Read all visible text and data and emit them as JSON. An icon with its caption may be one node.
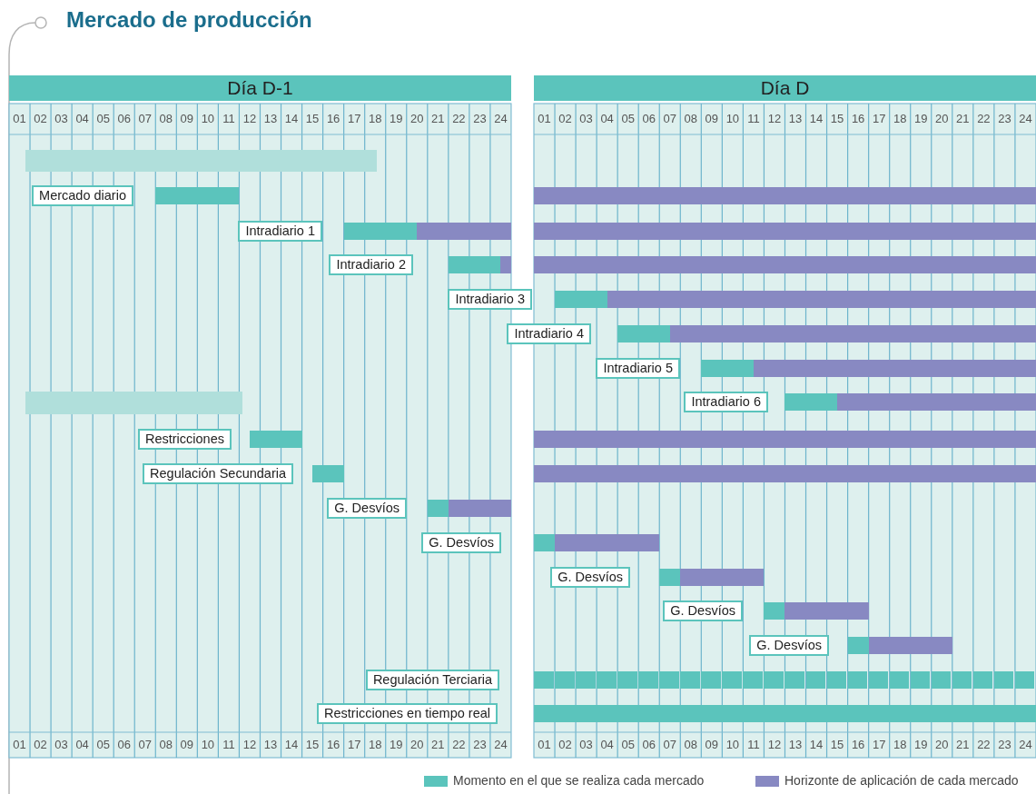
{
  "diagram": {
    "title": "Mercado de producción",
    "nodes": [
      {
        "text": [
          "Día D-1"
        ]
      },
      {
        "text": [
          "Día D"
        ]
      },
      {
        "text": [],
        "shape": "box"
      },
      {
        "text": [
          "Mercado diario"
        ]
      },
      {
        "text": [],
        "shape": "bar"
      },
      {
        "text": [],
        "shape": "bar"
      },
      {
        "text": [
          "Intradiario 1"
        ]
      },
      {
        "text": [],
        "shape": "bar"
      },
      {
        "text": [],
        "shape": "bar"
      },
      {
        "text": [],
        "shape": "bar"
      },
      {
        "text": [
          "Intradiario 2"
        ]
      },
      {
        "text": [],
        "shape": "bar"
      },
      {
        "text": [],
        "shape": "bar"
      },
      {
        "text": [],
        "shape": "bar"
      },
      {
        "text": [
          "Intradiario 3"
        ]
      },
      {
        "text": [],
        "shape": "bar"
      },
      {
        "text": [],
        "shape": "bar"
      },
      {
        "text": [
          "Intradiario 4"
        ]
      },
      {
        "text": [],
        "shape": "bar"
      },
      {
        "text": [],
        "shape": "bar"
      },
      {
        "text": [
          "Intradiario 5"
        ]
      },
      {
        "text": [],
        "shape": "bar"
      },
      {
        "text": [],
        "shape": "bar"
      },
      {
        "text": [],
        "shape": "box"
      },
      {
        "text": [
          "Intradiario 6"
        ]
      },
      {
        "text": [],
        "shape": "bar"
      },
      {
        "text": [],
        "shape": "bar"
      },
      {
        "text": [
          "Restricciones"
        ]
      },
      {
        "text": [],
        "shape": "bar"
      },
      {
        "text": [],
        "shape": "bar"
      },
      {
        "text": [
          "Regulación Secundaria"
        ]
      },
      {
        "text": [],
        "shape": "bar"
      },
      {
        "text": [],
        "shape": "bar"
      },
      {
        "text": [
          "G. Desvíos"
        ]
      },
      {
        "text": [],
        "shape": "bar"
      },
      {
        "text": [],
        "shape": "bar"
      },
      {
        "text": [
          "G. Desvíos"
        ]
      },
      {
        "text": [],
        "shape": "bar"
      },
      {
        "text": [],
        "shape": "bar"
      },
      {
        "text": [
          "G. Desvíos"
        ]
      },
      {
        "text": [],
        "shape": "bar"
      },
      {
        "text": [],
        "shape": "bar"
      },
      {
        "text": [
          "G. Desvíos"
        ]
      },
      {
        "text": [],
        "shape": "bar"
      },
      {
        "text": [],
        "shape": "bar"
      },
      {
        "text": [
          "G. Desvíos"
        ]
      },
      {
        "text": [],
        "shape": "bar"
      },
      {
        "text": [],
        "shape": "bar"
      },
      {
        "text": [
          "Regulación Terciaria"
        ]
      },
      {
        "text": [],
        "shape": "bar"
      },
      {
        "text": [],
        "shape": "bar"
      },
      {
        "text": [],
        "shape": "bar"
      },
      {
        "text": [],
        "shape": "bar"
      },
      {
        "text": [],
        "shape": "bar"
      },
      {
        "text": [],
        "shape": "bar"
      },
      {
        "text": [],
        "shape": "bar"
      },
      {
        "text": [],
        "shape": "bar"
      },
      {
        "text": [],
        "shape": "bar"
      },
      {
        "text": [],
        "shape": "bar"
      },
      {
        "text": [],
        "shape": "bar"
      },
      {
        "text": [],
        "shape": "bar"
      },
      {
        "text": [],
        "shape": "bar"
      },
      {
        "text": [],
        "shape": "bar"
      },
      {
        "text": [],
        "shape": "bar"
      },
      {
        "text": [],
        "shape": "bar"
      },
      {
        "text": [],
        "shape": "bar"
      },
      {
        "text": [],
        "shape": "bar"
      },
      {
        "text": [],
        "shape": "bar"
      },
      {
        "text": [],
        "shape": "bar"
      },
      {
        "text": [],
        "shape": "bar"
      },
      {
        "text": [],
        "shape": "bar"
      },
      {
        "text": [],
        "shape": "bar"
      },
      {
        "text": [],
        "shape": "bar"
      },
      {
        "text": [
          "Restricciones en tiempo real"
        ]
      },
      {
        "text": [],
        "shape": "bar"
      }
    ],
    "labels": [
      "01",
      "02",
      "03",
      "04",
      "05",
      "06",
      "07",
      "08",
      "09",
      "10",
      "11",
      "12",
      "13",
      "14",
      "15",
      "16",
      "17",
      "18",
      "19",
      "20",
      "21",
      "22",
      "23",
      "24",
      "01",
      "02",
      "03",
      "04",
      "05",
      "06",
      "07",
      "08",
      "09",
      "10",
      "11",
      "12",
      "13",
      "14",
      "15",
      "16",
      "17",
      "18",
      "19",
      "20",
      "21",
      "22",
      "23",
      "24",
      "01",
      "02",
      "03",
      "04",
      "05",
      "06",
      "07",
      "08",
      "09",
      "10",
      "11",
      "12",
      "13",
      "14",
      "15",
      "16",
      "17",
      "18",
      "19",
      "20",
      "21",
      "22",
      "23",
      "24",
      "01",
      "02",
      "03",
      "04",
      "05",
      "06",
      "07",
      "08",
      "09",
      "10",
      "11",
      "12",
      "13",
      "14",
      "15",
      "16",
      "17",
      "18",
      "19",
      "20",
      "21",
      "22",
      "23",
      "24"
    ],
    "legend": [
      {
        "text": "Momento en el que se realiza cada mercado",
        "color": "#5bc4bc"
      },
      {
        "text": "Horizonte de aplicación de cada mercado",
        "color": "#8889c2"
      }
    ]
  }
}
